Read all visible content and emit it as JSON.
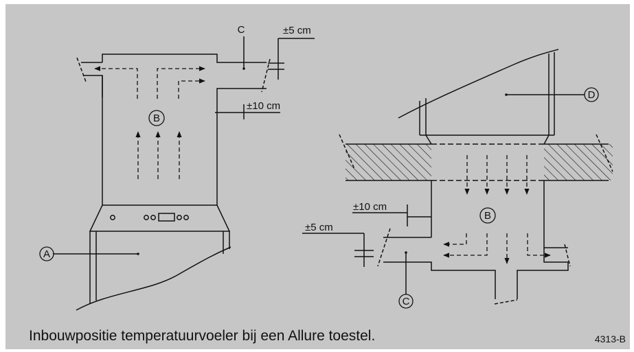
{
  "labels": {
    "A": "A",
    "B": "B",
    "C": "C",
    "D": "D"
  },
  "dimensions": {
    "plus_minus_5": "±5 cm",
    "plus_minus_10": "±10 cm"
  },
  "caption": "Inbouwpositie temperatuurvoeler bij een Allure toestel.",
  "figure_code": "4313-B",
  "colors": {
    "background": "#c6c6c6",
    "line": "#111111",
    "hatch": "#111111"
  }
}
